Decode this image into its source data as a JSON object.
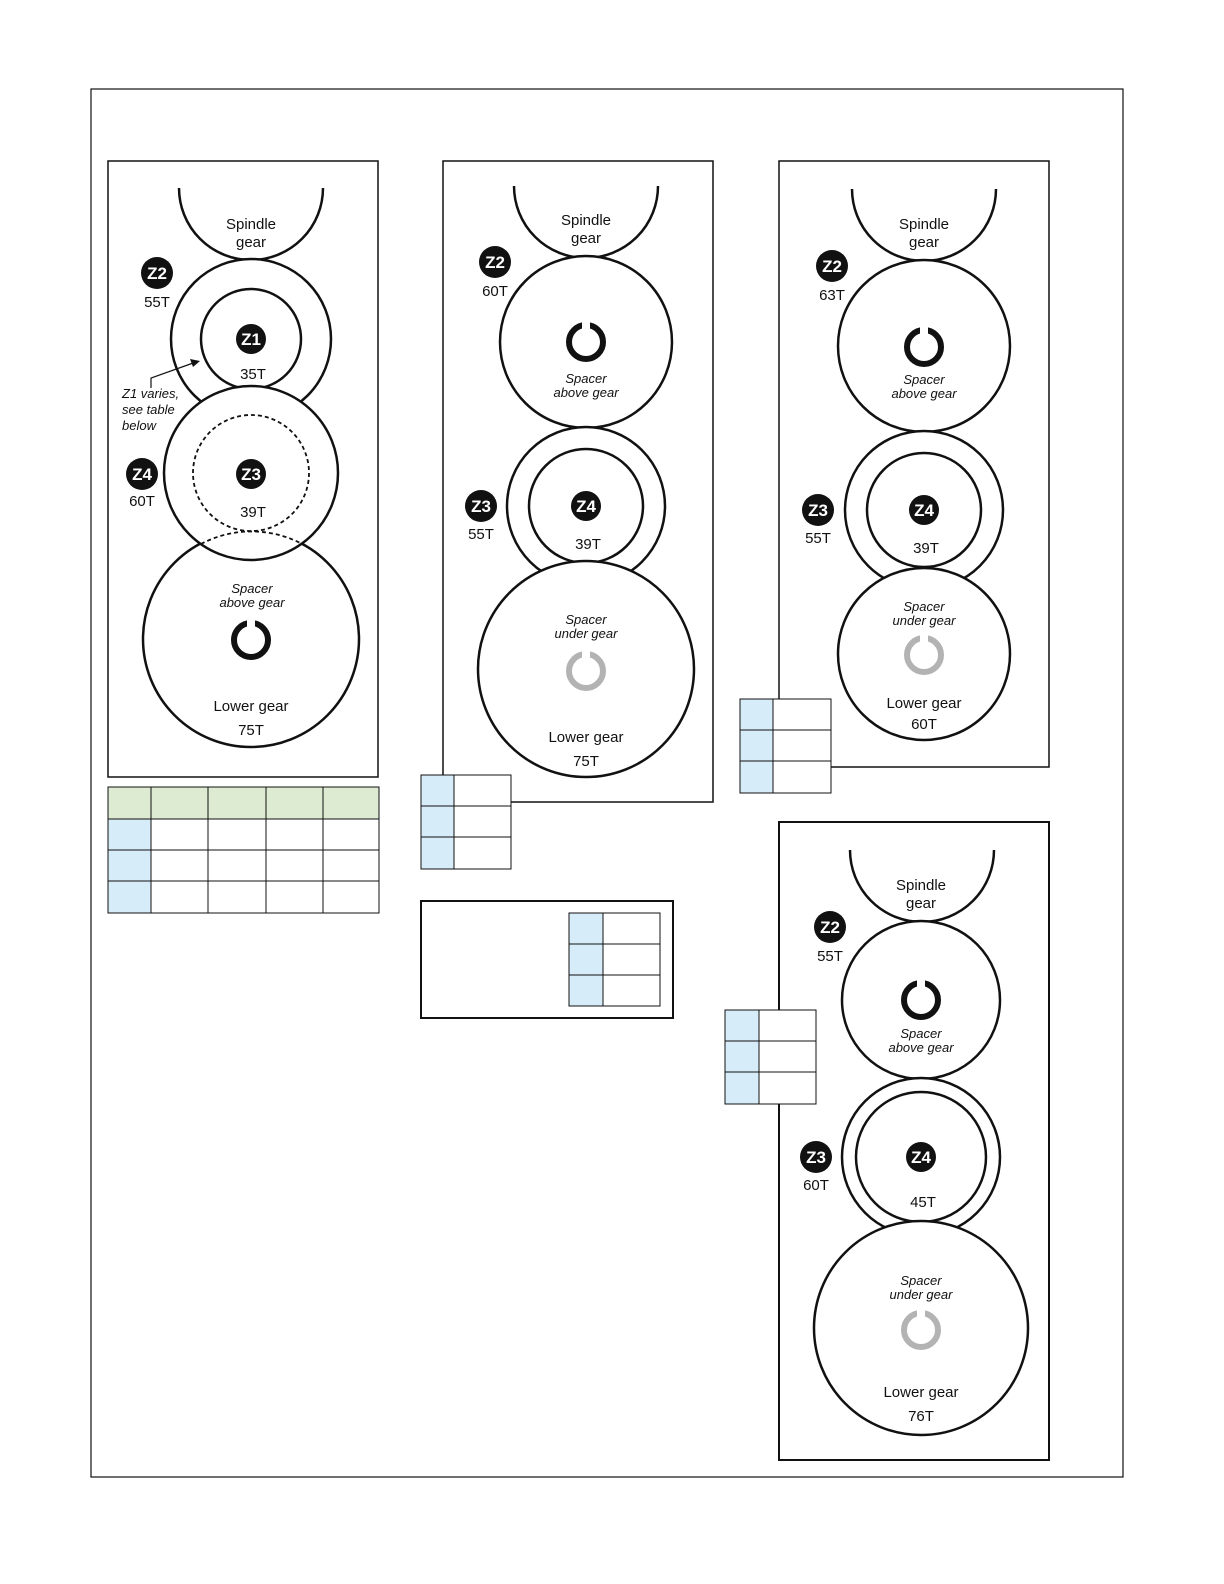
{
  "labels": {
    "spindle_l1": "Spindle",
    "spindle_l2": "gear",
    "spacer": "Spacer",
    "above_gear": "above gear",
    "under_gear": "under gear",
    "lower_gear": "Lower gear",
    "z1_note": [
      "Z1 varies,",
      "see table",
      "below"
    ]
  },
  "badges": {
    "z1": "Z1",
    "z2": "Z2",
    "z3": "Z3",
    "z4": "Z4"
  },
  "panels": [
    {
      "id": "panel-1",
      "z2": "55T",
      "z1": "35T",
      "z4": "60T",
      "z3": "39T",
      "lower": "75T"
    },
    {
      "id": "panel-2",
      "z2": "60T",
      "z3": "55T",
      "z4": "39T",
      "lower": "75T"
    },
    {
      "id": "panel-3",
      "z2": "63T",
      "z3": "55T",
      "z4": "39T",
      "lower": "60T"
    },
    {
      "id": "panel-4",
      "z2": "55T",
      "z3": "60T",
      "z4": "45T",
      "lower": "76T"
    }
  ],
  "colors": {
    "header_green": "#dcebd2",
    "label_blue": "#d6ecf8",
    "spacer_under": "#b3b3b3",
    "ink": "#111111"
  }
}
